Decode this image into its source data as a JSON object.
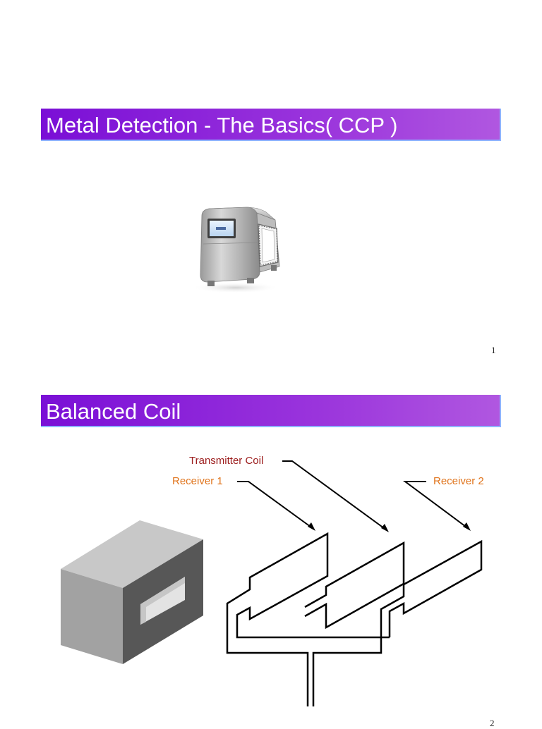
{
  "slides": [
    {
      "title": "Metal Detection - The Basics( CCP )",
      "page_number": "1"
    },
    {
      "title": "Balanced Coil",
      "page_number": "2",
      "labels": {
        "transmitter": "Transmitter Coil",
        "receiver1": "Receiver 1",
        "receiver2": "Receiver 2"
      }
    }
  ],
  "colors": {
    "title_gradient_start": "#7a0fd6",
    "title_gradient_end": "#b057e0",
    "transmitter_label": "#9b1b1b",
    "receiver_label": "#e0741c"
  }
}
